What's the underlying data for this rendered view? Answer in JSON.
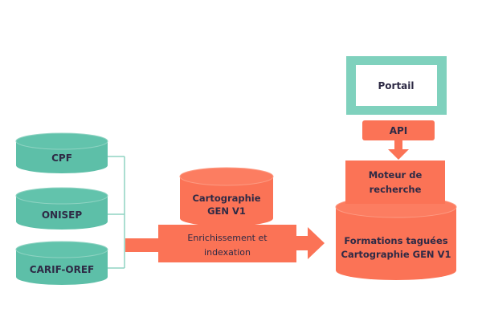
{
  "colors": {
    "teal": "#5dbfa8",
    "teal_top": "#66c6b0",
    "teal_edge": "#8fd3c2",
    "teal_light": "#7fd1bd",
    "orange": "#fb7356",
    "orange_top": "#fc7d61",
    "orange_edge": "#fd9a82",
    "text": "#2e2a45"
  },
  "sources": [
    {
      "label": "CPF"
    },
    {
      "label": "ONISEP"
    },
    {
      "label": "CARIF-OREF"
    }
  ],
  "cartographie": {
    "line1": "Cartographie",
    "line2": "GEN V1"
  },
  "enrichissement": {
    "line1": "Enrichissement et",
    "line2": "indexation"
  },
  "portail": {
    "label": "Portail"
  },
  "api": {
    "label": "API"
  },
  "moteur": {
    "line1": "Moteur de",
    "line2": "recherche"
  },
  "formations": {
    "line1": "Formations taguées",
    "line2": "Cartographie GEN V1"
  }
}
